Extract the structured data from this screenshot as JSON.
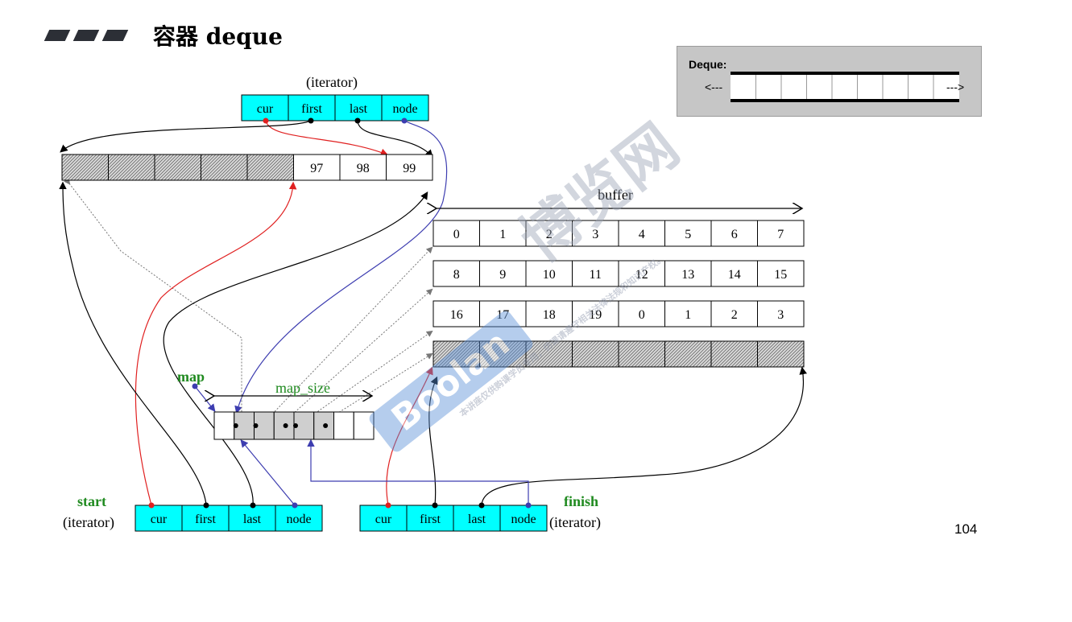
{
  "page": {
    "title": "容器 deque",
    "page_number": "104",
    "watermark_main": "博览网",
    "watermark_sub": "Boolan",
    "watermark_small": "本讲座仅供购课学员专用，仿课请遵守相关法律法规和知识产权。"
  },
  "inset": {
    "label": "Deque:",
    "left_arrow": "<---",
    "right_arrow": "--->"
  },
  "diagram": {
    "iterator_fields": [
      "cur",
      "first",
      "last",
      "node"
    ],
    "top_iterator_label": "(iterator)",
    "start_label": "start",
    "start_sublabel": "(iterator)",
    "finish_label": "finish",
    "finish_sublabel": "(iterator)",
    "map_label": "map",
    "map_size_label": "map_size",
    "buffer_label": "buffer",
    "top_buffer": [
      "",
      "",
      "",
      "",
      "",
      "97",
      "98",
      "99"
    ],
    "buffer_rows": [
      [
        "0",
        "1",
        "2",
        "3",
        "4",
        "5",
        "6",
        "7"
      ],
      [
        "8",
        "9",
        "10",
        "11",
        "12",
        "13",
        "14",
        "15"
      ],
      [
        "16",
        "17",
        "18",
        "19",
        "0",
        "1",
        "2",
        "3"
      ],
      [
        "",
        "",
        "",
        "",
        "",
        "",
        "",
        ""
      ]
    ],
    "map_slots": 8,
    "map_used": [
      1,
      2,
      3,
      4,
      5
    ],
    "map_shaded": [
      1,
      2,
      3,
      4,
      5
    ],
    "map_dot_offset": [
      1,
      2,
      3.5,
      4,
      5.5
    ]
  },
  "colors": {
    "iterator_fill": "#00ffff",
    "green": "#1f8a1f",
    "red_link": "#e02020",
    "blue_link": "#3d3db0",
    "watermark": "#5b8fd6"
  }
}
